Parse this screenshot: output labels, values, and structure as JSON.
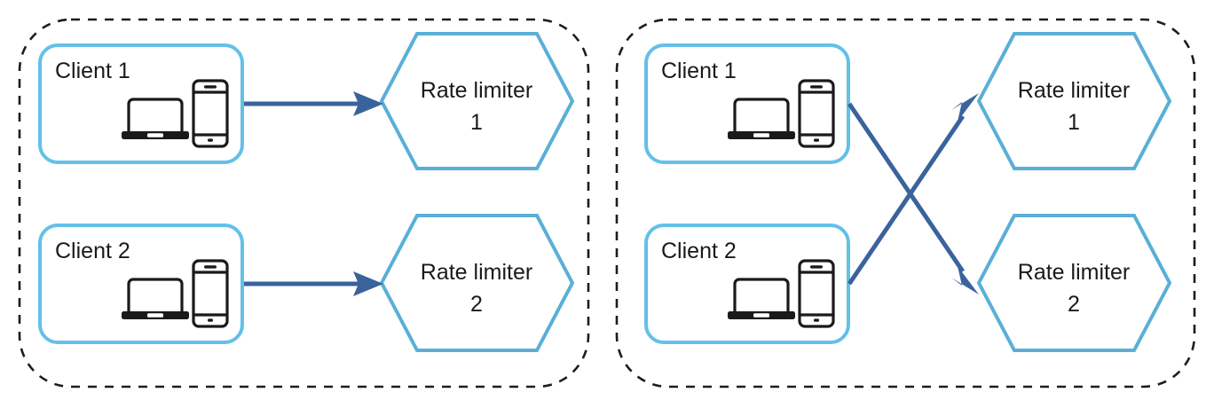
{
  "figure": {
    "type": "diagram",
    "description": "Two-panel comparison diagram of rate limiters: left panel shows each client routed to its own rate limiter; right panel shows clients cross-routed to rate limiters.",
    "background_color": "#ffffff",
    "colors": {
      "client_box_border": "#63c0e8",
      "hexagon_border": "#5aafd6",
      "arrow": "#3a639c",
      "group_dashed_border": "#1d1d1d",
      "device_icon": "#1a1a1a",
      "text": "#1a1a1a"
    }
  },
  "panels": [
    {
      "id": "panel-left",
      "name": "left-panel",
      "clients": [
        {
          "label": "Client 1",
          "devices": [
            "laptop-icon",
            "smartphone-icon"
          ]
        },
        {
          "label": "Client 2",
          "devices": [
            "laptop-icon",
            "smartphone-icon"
          ]
        }
      ],
      "rate_limiters": [
        {
          "line1": "Rate limiter",
          "line2": "1"
        },
        {
          "line1": "Rate limiter",
          "line2": "2"
        }
      ],
      "connections": [
        {
          "from": "Client 1",
          "to": "Rate limiter 1",
          "style": "straight-arrow"
        },
        {
          "from": "Client 2",
          "to": "Rate limiter 2",
          "style": "straight-arrow"
        }
      ]
    },
    {
      "id": "panel-right",
      "name": "right-panel",
      "clients": [
        {
          "label": "Client 1",
          "devices": [
            "laptop-icon",
            "smartphone-icon"
          ]
        },
        {
          "label": "Client 2",
          "devices": [
            "laptop-icon",
            "smartphone-icon"
          ]
        }
      ],
      "rate_limiters": [
        {
          "line1": "Rate limiter",
          "line2": "1"
        },
        {
          "line1": "Rate limiter",
          "line2": "2"
        }
      ],
      "connections": [
        {
          "from": "Client 1",
          "to": "Rate limiter 2",
          "style": "crossing-arrow"
        },
        {
          "from": "Client 2",
          "to": "Rate limiter 1",
          "style": "crossing-arrow"
        }
      ]
    }
  ],
  "labels": {
    "left_client_1": "Client 1",
    "left_client_2": "Client 2",
    "left_limiter_1_line1": "Rate limiter",
    "left_limiter_1_line2": "1",
    "left_limiter_2_line1": "Rate limiter",
    "left_limiter_2_line2": "2",
    "right_client_1": "Client 1",
    "right_client_2": "Client 2",
    "right_limiter_1_line1": "Rate limiter",
    "right_limiter_1_line2": "1",
    "right_limiter_2_line1": "Rate limiter",
    "right_limiter_2_line2": "2"
  }
}
